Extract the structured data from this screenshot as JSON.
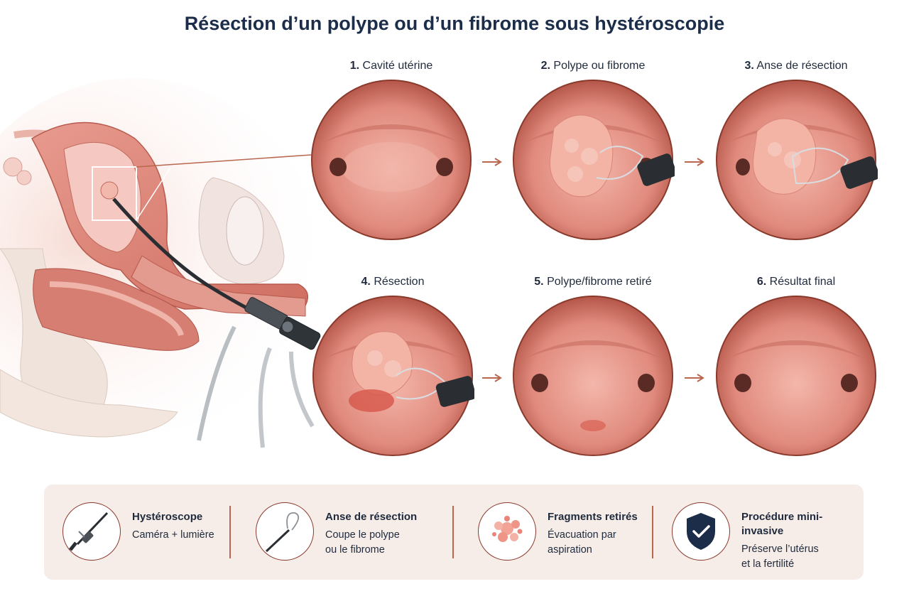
{
  "title": "Résection d’un polype ou d’un fibrome sous hystéroscopie",
  "steps": [
    {
      "num": "1.",
      "label": "Cavité utérine"
    },
    {
      "num": "2.",
      "label": "Polype ou fibrome"
    },
    {
      "num": "3.",
      "label": "Anse de résection"
    },
    {
      "num": "4.",
      "label": "Résection"
    },
    {
      "num": "5.",
      "label": "Polype/fibrome retiré"
    },
    {
      "num": "6.",
      "label": "Résultat final"
    }
  ],
  "features": [
    {
      "icon": "hysteroscope-icon",
      "title": "Hystéroscope",
      "lines": [
        "Caméra + lumière"
      ]
    },
    {
      "icon": "resection-loop-icon",
      "title": "Anse de résection",
      "lines": [
        "Coupe le polype",
        "ou le fibrome"
      ]
    },
    {
      "icon": "fragments-icon",
      "title": "Fragments retirés",
      "lines": [
        "Évacuation par",
        "aspiration"
      ]
    },
    {
      "icon": "shield-check-icon",
      "title": "Procédure mini-invasive",
      "lines": [
        "Préserve l’utérus",
        "et la fertilité"
      ]
    }
  ],
  "colors": {
    "title": "#1c2d4a",
    "accent": "#b9674f",
    "tissue": "#d9837a",
    "panel_bg": "#f6ede9",
    "instrument": "#2a2e33"
  }
}
